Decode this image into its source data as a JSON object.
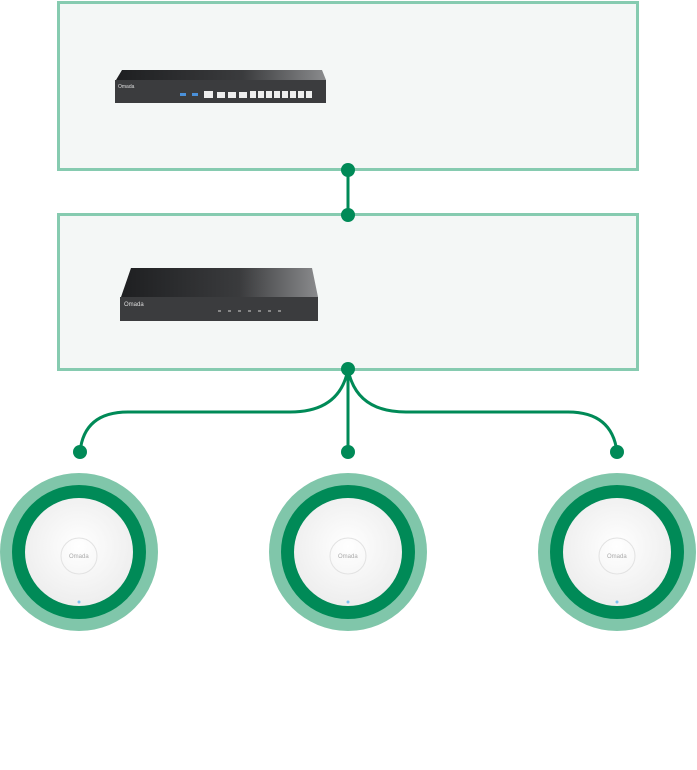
{
  "diagram": {
    "title": "Omada network topology",
    "colors": {
      "box_border": "#86cbb0",
      "box_fill": "#f4f7f6",
      "connector": "#008a57",
      "ap_outer": "#80c6aa",
      "ap_ring": "#008a57"
    },
    "nodes": {
      "router": {
        "logo": "Omada",
        "type": "gateway"
      },
      "switch": {
        "logo": "Omada",
        "type": "poe-switch"
      },
      "access_points": [
        {
          "logo": "Omada",
          "type": "ceiling-ap"
        },
        {
          "logo": "Omada",
          "type": "ceiling-ap"
        },
        {
          "logo": "Omada",
          "type": "ceiling-ap"
        }
      ]
    }
  }
}
